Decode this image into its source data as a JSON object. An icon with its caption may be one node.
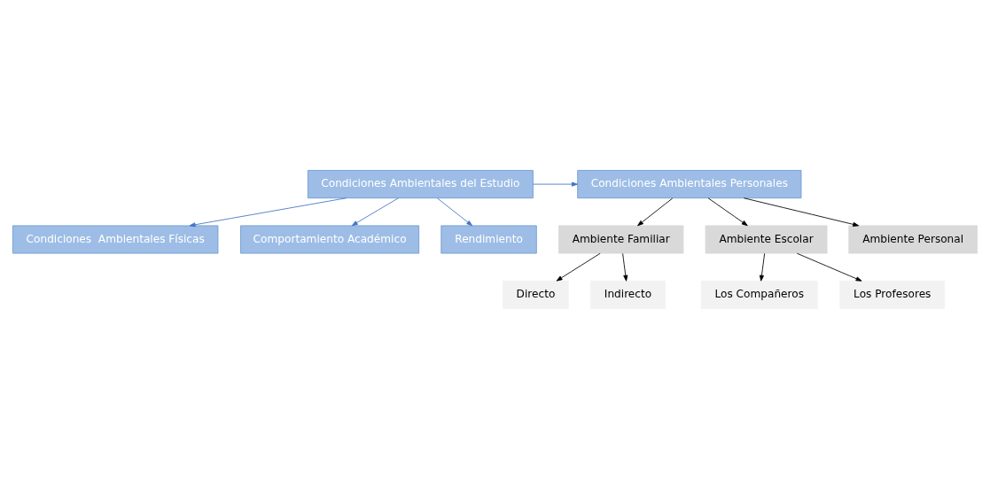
{
  "diagram": {
    "nodes": [
      {
        "text": [
          "Condiciones Ambientales Personales"
        ]
      },
      {
        "text": [
          "Ambiente Familiar"
        ]
      },
      {
        "text": [
          "Ambiente Escolar"
        ]
      },
      {
        "text": [
          "Ambiente Personal"
        ]
      },
      {
        "text": [
          "Directo"
        ]
      },
      {
        "text": [
          "Indirecto"
        ]
      },
      {
        "text": [
          "Los Compañeros"
        ]
      },
      {
        "text": [
          "Los Profesores"
        ]
      },
      {
        "text": [
          "Condiciones  Ambientales Físicas"
        ]
      },
      {
        "text": [
          "Comportamiento Académico"
        ]
      },
      {
        "text": [
          "Rendimiento"
        ]
      },
      {
        "text": [
          "Condiciones Ambientales del Estudio"
        ]
      }
    ],
    "edges": [
      {
        "from": 0,
        "to": 1,
        "arrow": "to"
      },
      {
        "from": 0,
        "to": 2,
        "arrow": "to"
      },
      {
        "from": 0,
        "to": 3,
        "arrow": "to"
      },
      {
        "from": 1,
        "to": 4,
        "arrow": "to"
      },
      {
        "from": 1,
        "to": 5,
        "arrow": "to"
      },
      {
        "from": 2,
        "to": 6,
        "arrow": "to"
      },
      {
        "from": 2,
        "to": 7,
        "arrow": "to"
      },
      {
        "from": 11,
        "to": 0,
        "arrow": "to",
        "color": "#4472c4"
      },
      {
        "from": 11,
        "to": 8,
        "arrow": "to",
        "color": "#4472c4"
      },
      {
        "from": 11,
        "to": 9,
        "arrow": "to",
        "color": "#4472c4"
      },
      {
        "from": 11,
        "to": 10,
        "arrow": "to",
        "color": "#4472c4"
      }
    ]
  }
}
